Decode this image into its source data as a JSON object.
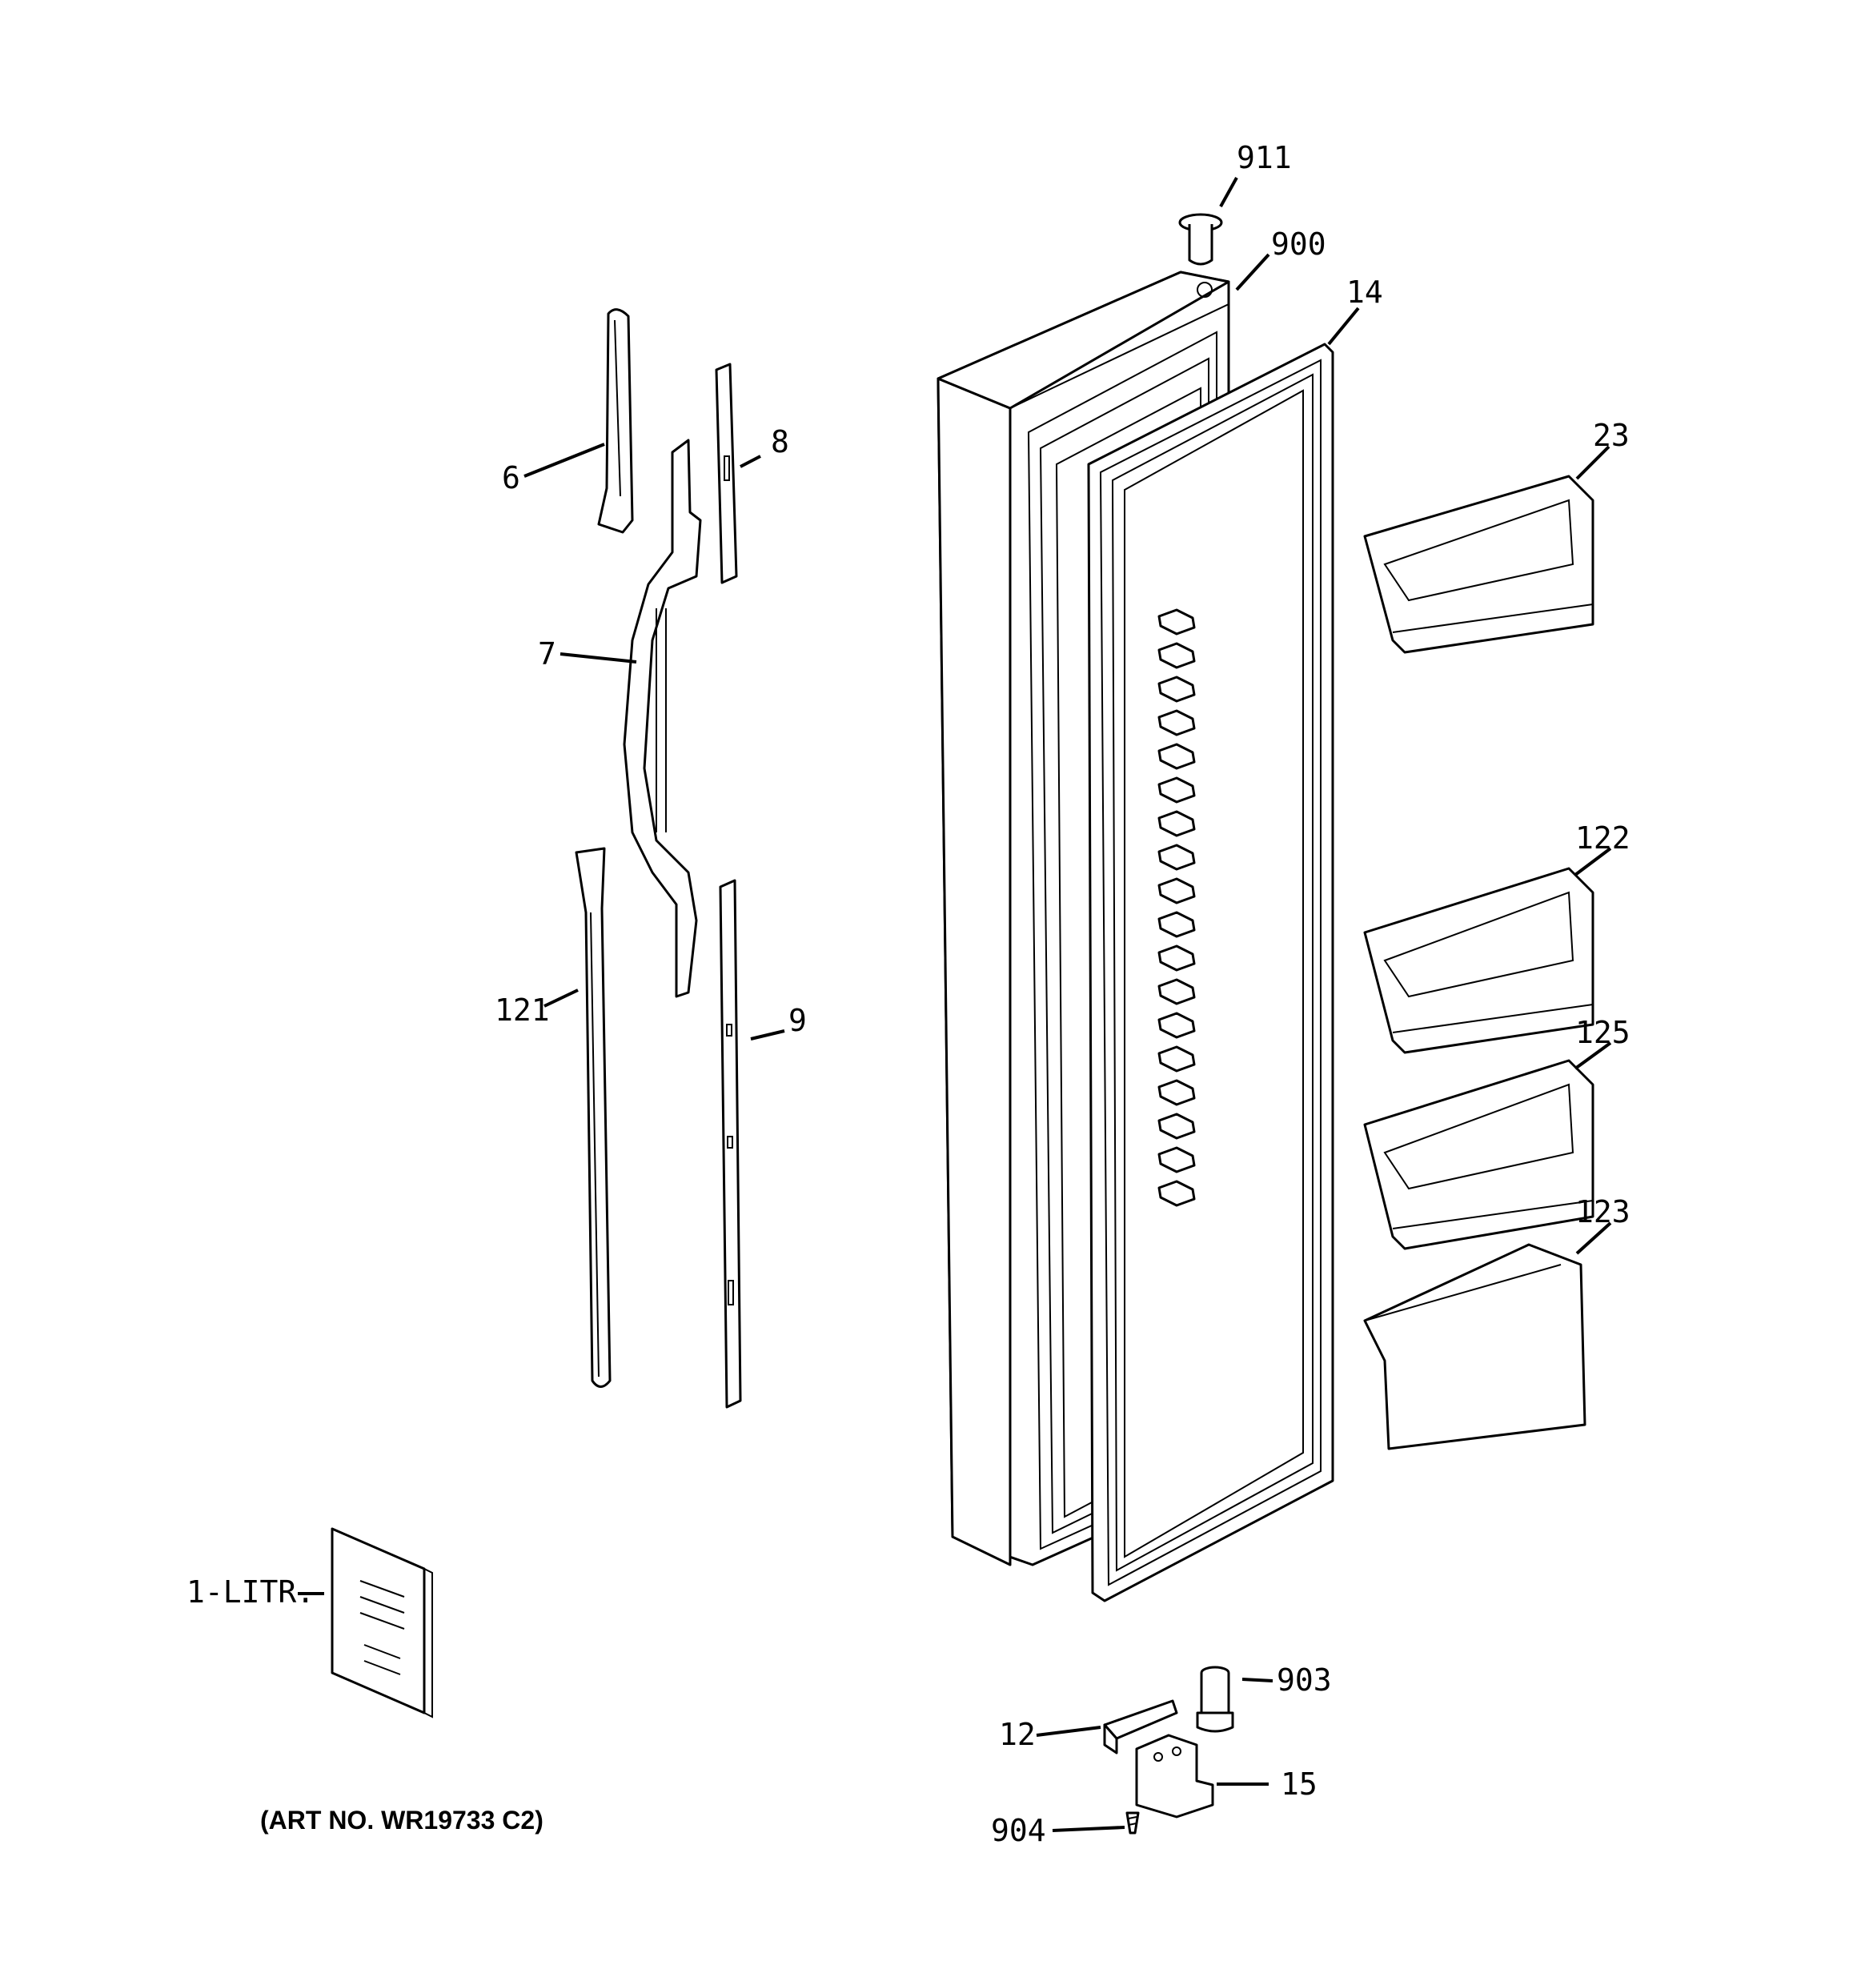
{
  "diagram": {
    "callouts": {
      "c911": "911",
      "c900": "900",
      "c14": "14",
      "c6": "6",
      "c8": "8",
      "c7": "7",
      "c23": "23",
      "c122": "122",
      "c125": "125",
      "c123": "123",
      "c121": "121",
      "c9": "9",
      "c1litr": "1-LITR.",
      "c903": "903",
      "c12": "12",
      "c15": "15",
      "c904": "904"
    },
    "caption": "(ART NO. WR19733 C2)"
  }
}
